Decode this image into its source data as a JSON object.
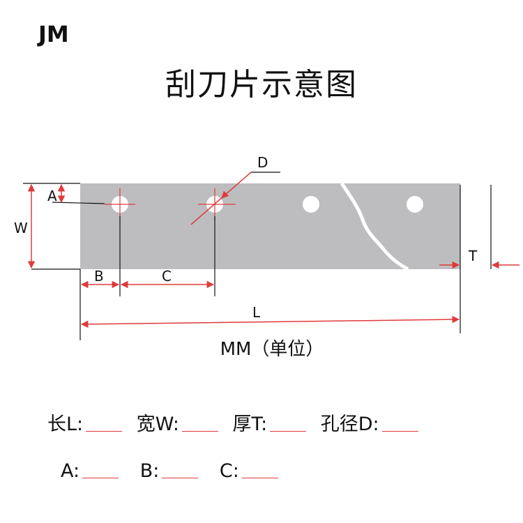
{
  "header": {
    "brand": "JM",
    "title": "刮刀片示意图"
  },
  "diagram": {
    "labels": {
      "A": "A",
      "B": "B",
      "C": "C",
      "D": "D",
      "L": "L",
      "T": "T",
      "W": "W"
    },
    "unit": "MM（单位）",
    "colors": {
      "blade": "#bdbdbf",
      "dimension": "#e03a3a",
      "line": "#111111"
    }
  },
  "specs": {
    "row1": [
      "长L:",
      "宽W:",
      "厚T:",
      "孔径D:"
    ],
    "row2": [
      "A:",
      "B:",
      "C:"
    ]
  }
}
